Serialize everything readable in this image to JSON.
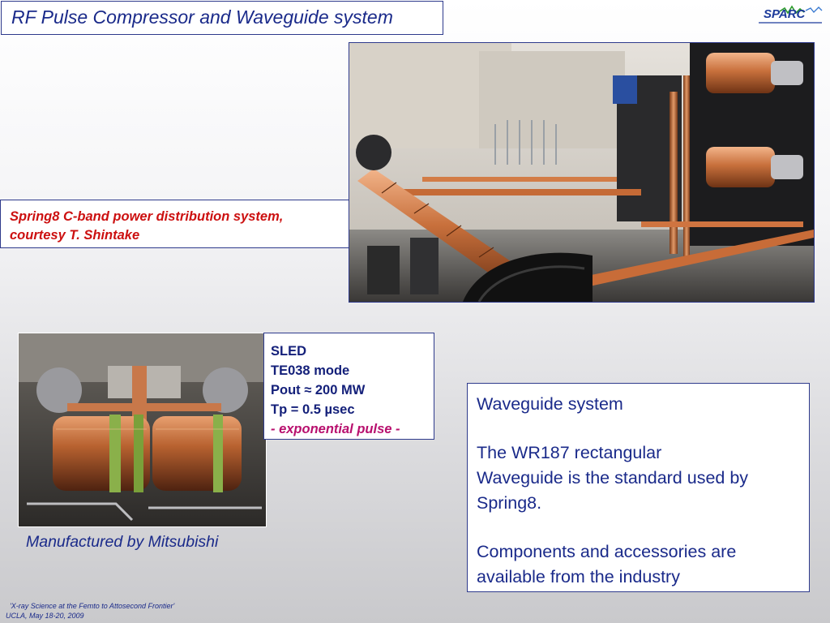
{
  "slide": {
    "title": "RF Pulse Compressor and Waveguide system",
    "logo_text": "SPARC",
    "caption": {
      "line1": "Spring8 C-band power distribution system,",
      "line2": "courtesy T. Shintake"
    },
    "sled": {
      "line1": "SLED",
      "line2": "TE038 mode",
      "line3": "Pout ≈ 200 MW",
      "line4": "Tp = 0.5 µsec",
      "line5": "- exponential pulse -"
    },
    "manufacturer": "Manufactured by Mitsubishi",
    "waveguide": {
      "heading": "Waveguide system",
      "para1_line1": "The WR187 rectangular",
      "para1_line2": "Waveguide is the standard used by",
      "para1_line3": "Spring8.",
      "para2_line1": "Components and accessories are",
      "para2_line2": "available from the industry"
    },
    "footer": {
      "line1": "'X-ray Science at the Femto to Attosecond Frontier'",
      "line2": "UCLA, May 18-20, 2009"
    }
  },
  "colors": {
    "title_blue": "#1a2a8a",
    "caption_red": "#cc1010",
    "sled_blue": "#14207a",
    "pulse_magenta": "#b8106e",
    "box_border": "#2e3a8c"
  },
  "icons": {
    "logo": "sparc-logo-icon",
    "photo_main": "waveguide-system-photo",
    "photo_sled": "sled-compressor-photo"
  }
}
